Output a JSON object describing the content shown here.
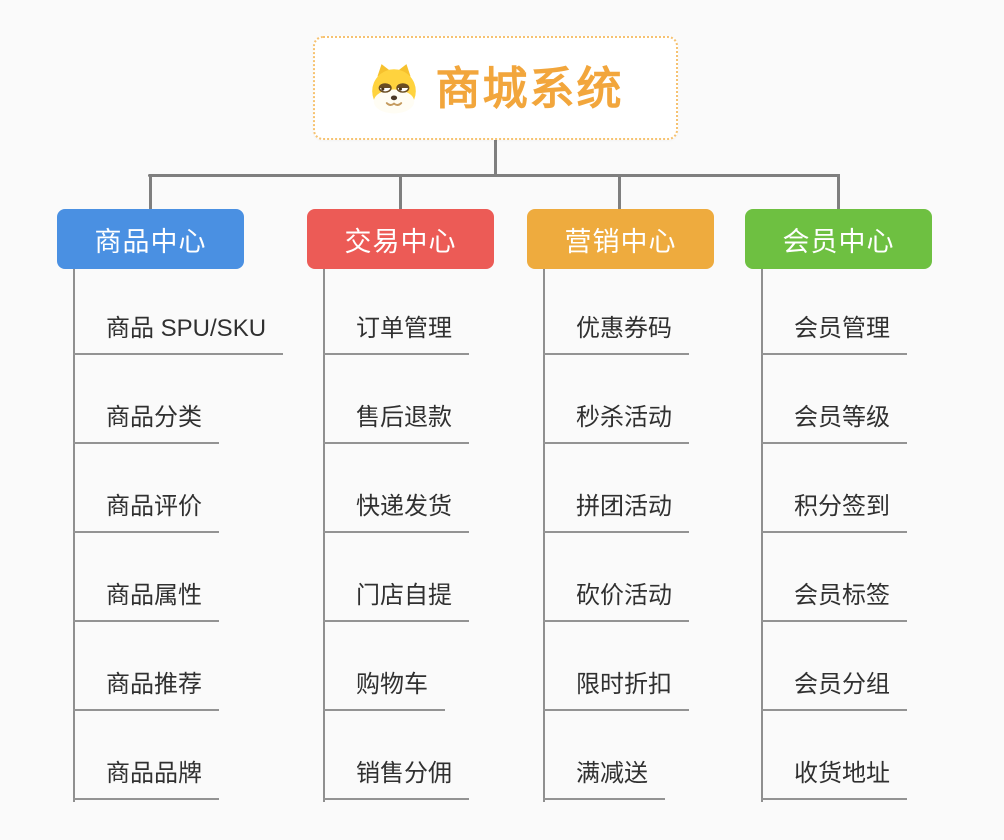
{
  "page": {
    "background_color": "#fafafa",
    "connector_color": "#7f7f7f",
    "leaf_line_color": "#939393"
  },
  "root": {
    "title": "商城系统",
    "icon": "shiba-dog-icon",
    "text_color": "#f2a63c",
    "border_color": "#f6c271"
  },
  "branches": [
    {
      "label": "商品中心",
      "color": "#4a90e2",
      "children": [
        "商品 SPU/SKU",
        "商品分类",
        "商品评价",
        "商品属性",
        "商品推荐",
        "商品品牌"
      ]
    },
    {
      "label": "交易中心",
      "color": "#ec5b56",
      "children": [
        "订单管理",
        "售后退款",
        "快递发货",
        "门店自提",
        "购物车",
        "销售分佣"
      ]
    },
    {
      "label": "营销中心",
      "color": "#eeab3e",
      "children": [
        "优惠券码",
        "秒杀活动",
        "拼团活动",
        "砍价活动",
        "限时折扣",
        "满减送"
      ]
    },
    {
      "label": "会员中心",
      "color": "#6ec041",
      "children": [
        "会员管理",
        "会员等级",
        "积分签到",
        "会员标签",
        "会员分组",
        "收货地址"
      ]
    }
  ]
}
